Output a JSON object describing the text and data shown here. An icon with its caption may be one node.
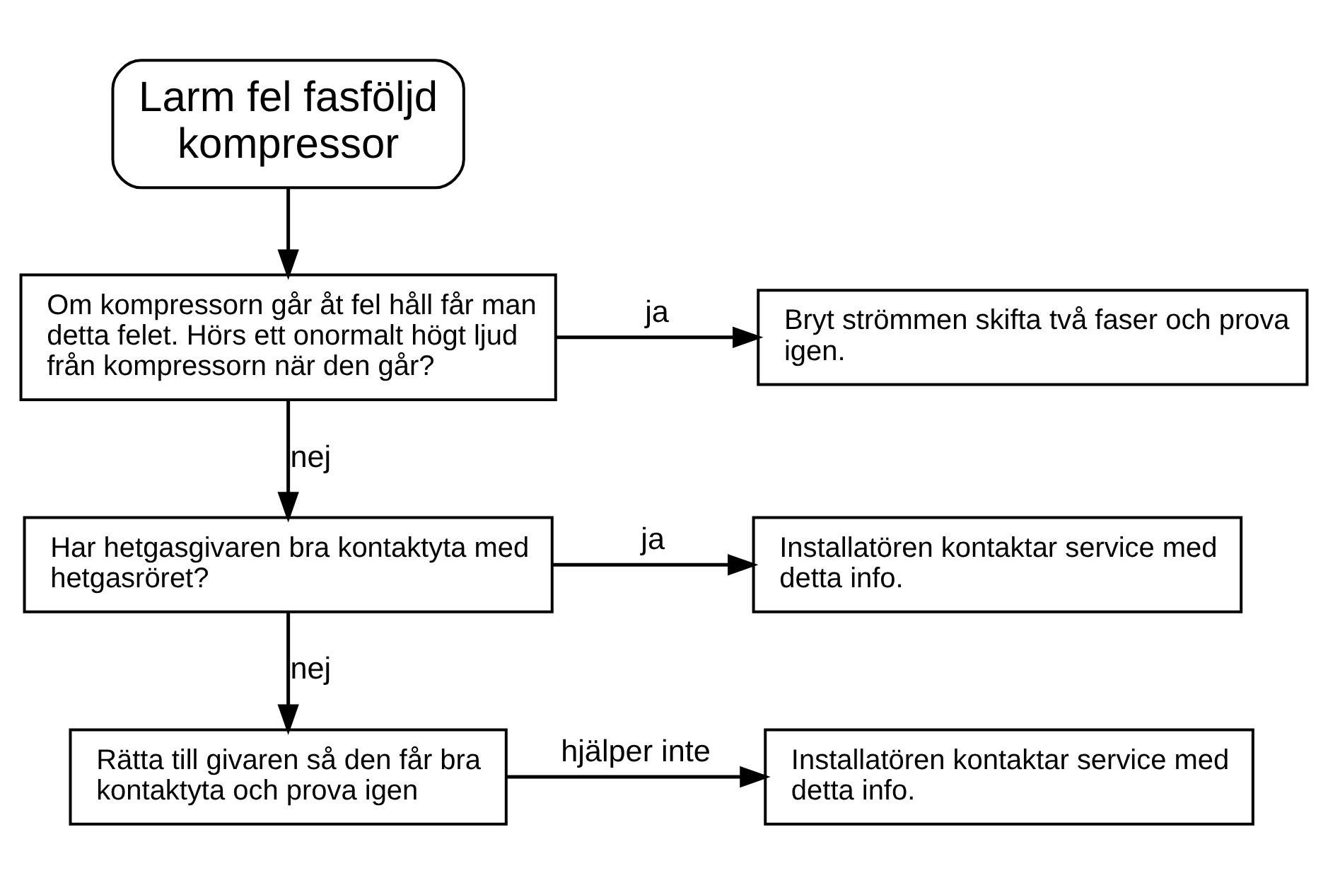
{
  "diagram": {
    "nodes": [
      {
        "text": [
          "Larm fel fasföljd kompressor"
        ]
      },
      {
        "text": [
          "Om kompressorn går åt fel håll får man detta felet. Hörs ett onormalt högt ljud från kompressorn när den går?"
        ]
      },
      {
        "text": [
          "Bryt strömmen skifta två faser och prova igen."
        ]
      },
      {
        "text": [
          "Har hetgasgivaren bra kontaktyta med hetgasröret?"
        ]
      },
      {
        "text": [
          "Installatören kontaktar service med detta info."
        ]
      },
      {
        "text": [
          "Rätta till givaren så den får bra kontaktyta och prova igen"
        ]
      },
      {
        "text": [
          "Installatören kontaktar service med detta info."
        ]
      }
    ],
    "edges": [
      {
        "from": 0,
        "to": 1,
        "arrow": "to"
      },
      {
        "from": 1,
        "to": 2,
        "arrow": "to",
        "label": "ja"
      },
      {
        "from": 1,
        "to": 3,
        "arrow": "to",
        "label": "nej"
      },
      {
        "from": 3,
        "to": 4,
        "arrow": "to",
        "label": "ja"
      },
      {
        "from": 3,
        "to": 5,
        "arrow": "to",
        "label": "nej"
      },
      {
        "from": 5,
        "to": 6,
        "arrow": "to",
        "label": "hjälper inte"
      }
    ]
  }
}
